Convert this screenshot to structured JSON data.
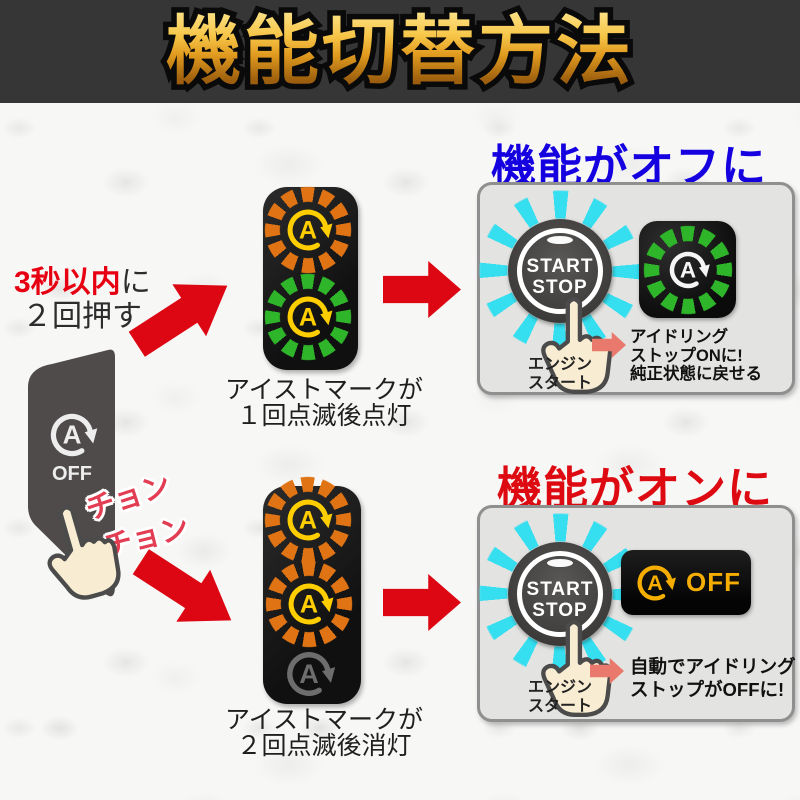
{
  "header": {
    "title": "機能切替方法"
  },
  "left": {
    "instruction": {
      "highlight": "3秒以内",
      "suffix": "に",
      "line2": "２回押す"
    },
    "device_button": {
      "icon_label": "OFF"
    },
    "tap_sound": {
      "line1": "チョン",
      "line2": "チョン"
    }
  },
  "steps": {
    "step1": {
      "caption_line1": "アイストマークが",
      "caption_line2": "１回点滅後点灯"
    },
    "step2": {
      "caption_line1": "アイストマークが",
      "caption_line2": "２回点滅後消灯"
    }
  },
  "panel_off": {
    "heading": "機能がオフに",
    "start_button": {
      "line1": "START",
      "line2": "STOP"
    },
    "button_caption": {
      "line1": "エンジン",
      "line2": "スタート"
    },
    "result": {
      "line1": "アイドリング",
      "line2": "ストップONに!",
      "line3": "純正状態に戻せる"
    }
  },
  "panel_on": {
    "heading": "機能がオンに",
    "start_button": {
      "line1": "START",
      "line2": "STOP"
    },
    "button_caption": {
      "line1": "エンジン",
      "line2": "スタート"
    },
    "off_lamp": {
      "label": "OFF"
    },
    "result": {
      "line1": "自動でアイドリング",
      "line2": "ストップがOFFに!"
    }
  },
  "icons": {
    "eco_letter": "A"
  },
  "colors": {
    "title_gold": "#f7c648",
    "header_bg": "#363636",
    "heading_off_blue": "#1500e0",
    "heading_on_red": "#dd0a12",
    "arrow_red": "#dd0713",
    "dash_orange": "#e07414",
    "dash_green": "#2fb52a",
    "dash_cyan": "#35dff0",
    "eco_yellow": "#ffce00",
    "eco_gray": "#808080",
    "off_lamp_amber": "#f5ae00",
    "result_arrow_salmon": "#e8796c",
    "tap_sound_red": "#e23d52",
    "instruction_red": "#e60012"
  }
}
